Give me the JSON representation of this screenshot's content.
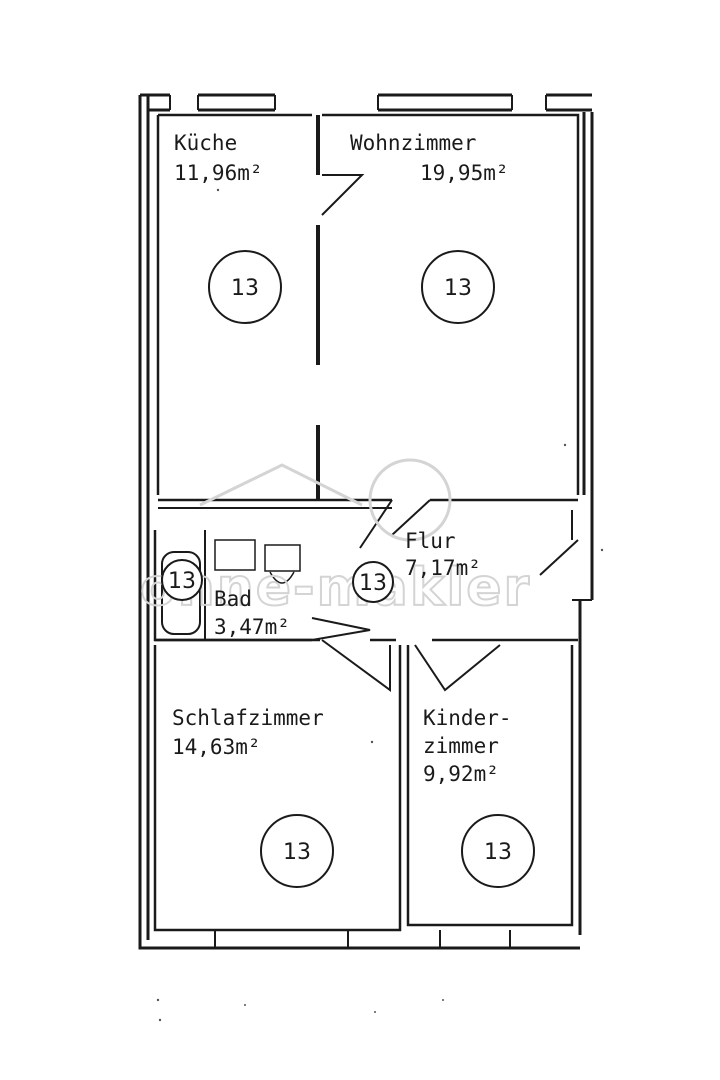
{
  "rooms": {
    "kueche": {
      "name": "Küche",
      "area": "11,96m²",
      "number": "13"
    },
    "wohnzimmer": {
      "name": "Wohnzimmer",
      "area": "19,95m²",
      "number": "13"
    },
    "flur": {
      "name": "Flur",
      "area": "7,17m²",
      "number": "13"
    },
    "bad": {
      "name": "Bad",
      "area": "3,47m²",
      "number": "13"
    },
    "schlafzimmer": {
      "name": "Schlafzimmer",
      "area": "14,63m²",
      "number": "13"
    },
    "kinderzimmer": {
      "name_line1": "Kinder-",
      "name_line2": "zimmer",
      "area": "9,92m²",
      "number": "13"
    }
  },
  "watermark": {
    "text": "ohne-makler"
  }
}
